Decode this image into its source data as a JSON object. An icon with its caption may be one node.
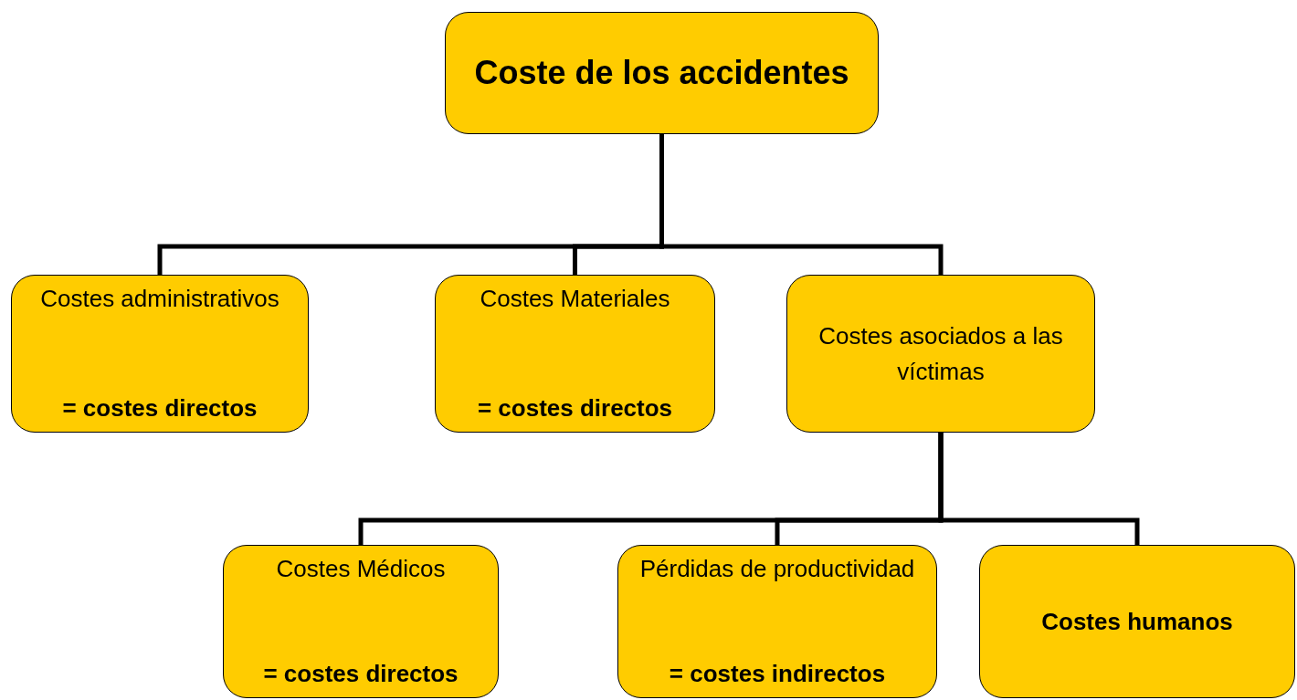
{
  "diagram": {
    "nodes": [
      {
        "text": [
          "Coste de los accidentes"
        ]
      },
      {
        "text": [
          "Costes administrativos",
          "= costes directos"
        ]
      },
      {
        "text": [
          "Costes Materiales",
          "= costes directos"
        ]
      },
      {
        "text": [
          "Costes asociados a las víctimas"
        ]
      },
      {
        "text": [
          "Costes Médicos",
          "= costes directos"
        ]
      },
      {
        "text": [
          "Pérdidas de productividad",
          "= costes indirectos"
        ]
      },
      {
        "text": [
          "Costes humanos"
        ]
      }
    ],
    "edges": [
      {
        "from": 0,
        "to": 1,
        "arrow": "none"
      },
      {
        "from": 0,
        "to": 2,
        "arrow": "none"
      },
      {
        "from": 0,
        "to": 3,
        "arrow": "none"
      },
      {
        "from": 3,
        "to": 4,
        "arrow": "none"
      },
      {
        "from": 3,
        "to": 5,
        "arrow": "none"
      },
      {
        "from": 3,
        "to": 6,
        "arrow": "none"
      }
    ]
  }
}
